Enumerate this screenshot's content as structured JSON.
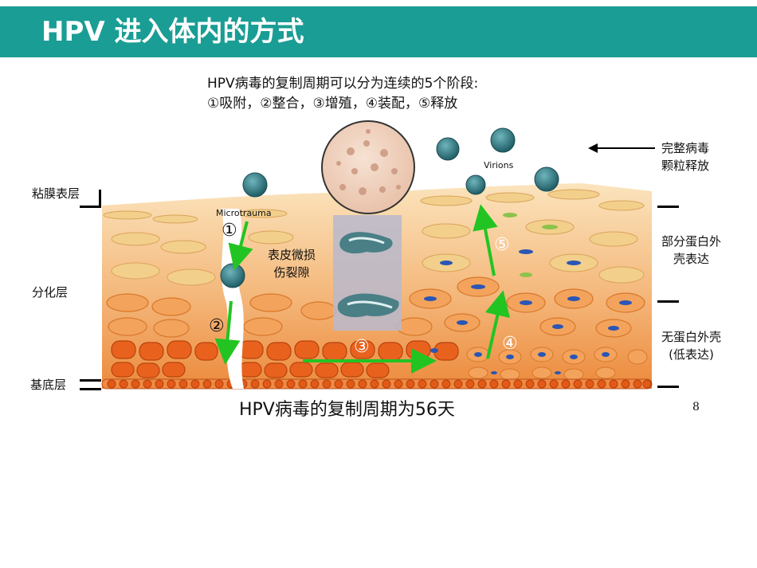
{
  "title": "HPV 进入体内的方式",
  "intro": {
    "line1": "HPV病毒的复制周期可以分为连续的5个阶段:",
    "line2": "①吸附，②整合，③增殖，④装配，⑤释放"
  },
  "labels_left": {
    "mucosa": "粘膜表层",
    "differentiation": "分化层",
    "basal": "基底层"
  },
  "labels_right": {
    "release": [
      "完整病毒",
      "颗粒释放"
    ],
    "partial_capsid": [
      "部分蛋白外",
      "壳表达"
    ],
    "no_capsid": [
      "无蛋白外壳",
      "(低表达)"
    ]
  },
  "diagram": {
    "microtrauma": "Microtrauma",
    "virions": "Virions",
    "wound": [
      "表皮微损",
      "伤裂隙"
    ],
    "steps": [
      "①",
      "②",
      "③",
      "④",
      "⑤"
    ]
  },
  "caption": "HPV病毒的复制周期为56天",
  "page_number": "8",
  "colors": {
    "title_bar": "#1a9d94",
    "arrow": "#22c422",
    "upper_cells": "#f1c27c",
    "basal_cells": "#e8621e",
    "virion": "#2f7d86"
  }
}
